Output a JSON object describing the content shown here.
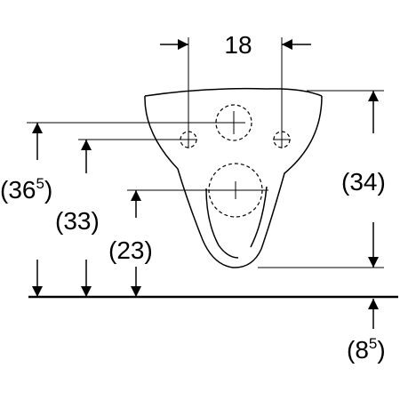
{
  "dimensions": {
    "width_between_holes": "18",
    "height_total": {
      "main": "36",
      "sup": "5"
    },
    "height_fixing": "33",
    "height_waste": "23",
    "bowl_depth": "34",
    "floor_offset": {
      "main": "8",
      "sup": "5"
    }
  },
  "colors": {
    "line": "#000000",
    "hidden": "#000000",
    "background": "#ffffff"
  }
}
